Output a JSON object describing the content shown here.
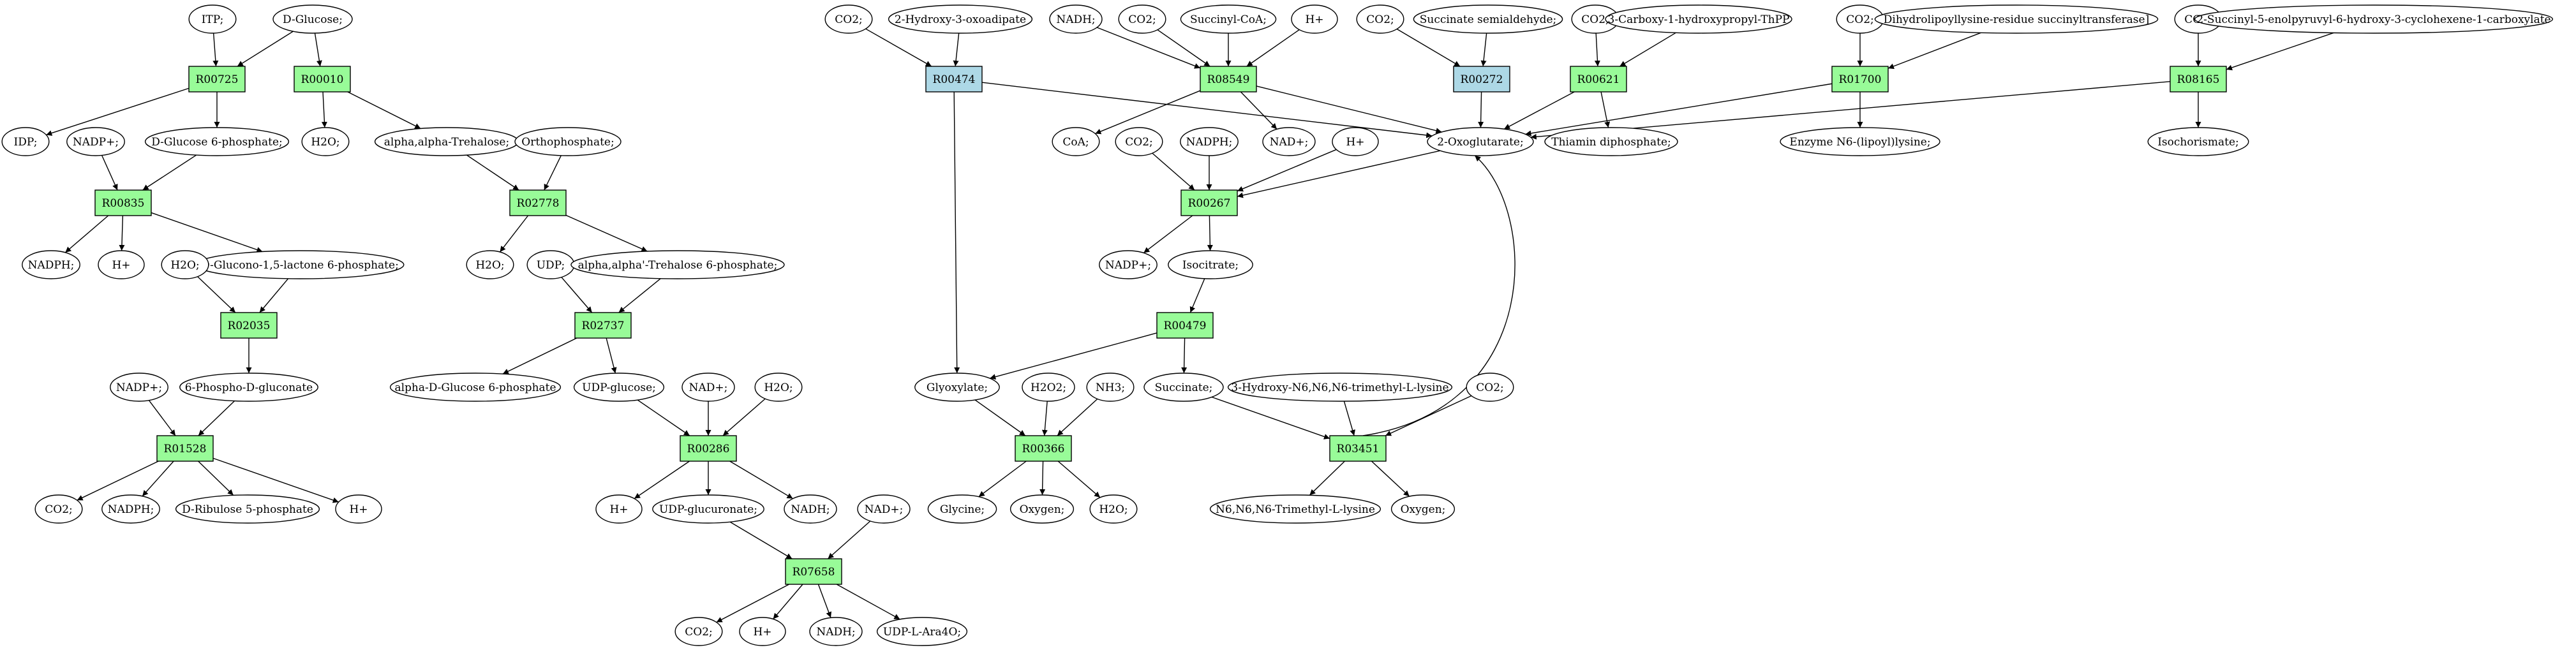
{
  "diagram": {
    "colors": {
      "reaction": "#98fb98",
      "reaction_alt": "#add8e6",
      "highlight_start": "#00ff00",
      "highlight_end": "#ffff00",
      "default": "#ffffff"
    },
    "nodes": [
      {
        "id": "r00725",
        "label": "R00725",
        "shape": "box",
        "color": "reaction"
      },
      {
        "id": "r00010",
        "label": "R00010",
        "shape": "box",
        "color": "reaction"
      },
      {
        "id": "r00835",
        "label": "R00835",
        "shape": "box",
        "color": "reaction"
      },
      {
        "id": "r02778",
        "label": "R02778",
        "shape": "box",
        "color": "reaction"
      },
      {
        "id": "r02035",
        "label": "R02035",
        "shape": "box",
        "color": "reaction"
      },
      {
        "id": "r02737",
        "label": "R02737",
        "shape": "box",
        "color": "reaction"
      },
      {
        "id": "r01528",
        "label": "R01528",
        "shape": "box",
        "color": "reaction"
      },
      {
        "id": "r00286",
        "label": "R00286",
        "shape": "box",
        "color": "reaction"
      },
      {
        "id": "r07658",
        "label": "R07658",
        "shape": "box",
        "color": "reaction"
      },
      {
        "id": "r00474",
        "label": "R00474",
        "shape": "box",
        "color": "reaction_alt"
      },
      {
        "id": "r08549",
        "label": "R08549",
        "shape": "box",
        "color": "reaction"
      },
      {
        "id": "r00272",
        "label": "R00272",
        "shape": "box",
        "color": "reaction_alt"
      },
      {
        "id": "r00621",
        "label": "R00621",
        "shape": "box",
        "color": "reaction"
      },
      {
        "id": "r01700",
        "label": "R01700",
        "shape": "box",
        "color": "reaction"
      },
      {
        "id": "r08165",
        "label": "R08165",
        "shape": "box",
        "color": "reaction"
      },
      {
        "id": "r00267",
        "label": "R00267",
        "shape": "box",
        "color": "reaction"
      },
      {
        "id": "r00479",
        "label": "R00479",
        "shape": "box",
        "color": "reaction"
      },
      {
        "id": "r00366",
        "label": "R00366",
        "shape": "box",
        "color": "reaction"
      },
      {
        "id": "r03451",
        "label": "R03451",
        "shape": "box",
        "color": "reaction"
      },
      {
        "id": "itp",
        "label": "ITP;",
        "shape": "ellipse",
        "color": "default"
      },
      {
        "id": "dglucose",
        "label": "D-Glucose;",
        "shape": "ellipse",
        "color": "highlight_start"
      },
      {
        "id": "idp",
        "label": "IDP;",
        "shape": "ellipse",
        "color": "default"
      },
      {
        "id": "nadpp1",
        "label": "NADP+;",
        "shape": "ellipse",
        "color": "default"
      },
      {
        "id": "g6p",
        "label": "D-Glucose 6-phosphate;",
        "shape": "ellipse",
        "color": "default"
      },
      {
        "id": "h2o1",
        "label": "H2O;",
        "shape": "ellipse",
        "color": "default"
      },
      {
        "id": "trehalose",
        "label": "alpha,alpha-Trehalose;",
        "shape": "ellipse",
        "color": "default"
      },
      {
        "id": "ortho",
        "label": "Orthophosphate;",
        "shape": "ellipse",
        "color": "default"
      },
      {
        "id": "nadph1",
        "label": "NADPH;",
        "shape": "ellipse",
        "color": "default"
      },
      {
        "id": "hplus1",
        "label": "H+",
        "shape": "ellipse",
        "color": "default"
      },
      {
        "id": "h2o2",
        "label": "H2O;",
        "shape": "ellipse",
        "color": "default"
      },
      {
        "id": "glucono",
        "label": "D-Glucono-1,5-lactone 6-phosphate;",
        "shape": "ellipse",
        "color": "default"
      },
      {
        "id": "h2o3",
        "label": "H2O;",
        "shape": "ellipse",
        "color": "default"
      },
      {
        "id": "udp1",
        "label": "UDP;",
        "shape": "ellipse",
        "color": "default"
      },
      {
        "id": "t6p",
        "label": "alpha,alpha'-Trehalose 6-phosphate;",
        "shape": "ellipse",
        "color": "default"
      },
      {
        "id": "nadpp2",
        "label": "NADP+;",
        "shape": "ellipse",
        "color": "default"
      },
      {
        "id": "pgluconate",
        "label": "6-Phospho-D-gluconate",
        "shape": "ellipse",
        "color": "default"
      },
      {
        "id": "ag6p",
        "label": "alpha-D-Glucose 6-phosphate",
        "shape": "ellipse",
        "color": "default"
      },
      {
        "id": "udpglucose",
        "label": "UDP-glucose;",
        "shape": "ellipse",
        "color": "default"
      },
      {
        "id": "nadp_1",
        "label": "NAD+;",
        "shape": "ellipse",
        "color": "default"
      },
      {
        "id": "h2o4",
        "label": "H2O;",
        "shape": "ellipse",
        "color": "default"
      },
      {
        "id": "co2_1",
        "label": "CO2;",
        "shape": "ellipse",
        "color": "default"
      },
      {
        "id": "nadph2",
        "label": "NADPH;",
        "shape": "ellipse",
        "color": "default"
      },
      {
        "id": "ribulose",
        "label": "D-Ribulose 5-phosphate",
        "shape": "ellipse",
        "color": "default"
      },
      {
        "id": "hplus2",
        "label": "H+",
        "shape": "ellipse",
        "color": "default"
      },
      {
        "id": "hplus3",
        "label": "H+",
        "shape": "ellipse",
        "color": "default"
      },
      {
        "id": "udpglucuronate",
        "label": "UDP-glucuronate;",
        "shape": "ellipse",
        "color": "default"
      },
      {
        "id": "nadh1",
        "label": "NADH;",
        "shape": "ellipse",
        "color": "default"
      },
      {
        "id": "nadp_2",
        "label": "NAD+;",
        "shape": "ellipse",
        "color": "default"
      },
      {
        "id": "co2_2",
        "label": "CO2;",
        "shape": "ellipse",
        "color": "default"
      },
      {
        "id": "hplus4",
        "label": "H+",
        "shape": "ellipse",
        "color": "default"
      },
      {
        "id": "nadh2",
        "label": "NADH;",
        "shape": "ellipse",
        "color": "default"
      },
      {
        "id": "udpara",
        "label": "UDP-L-Ara4O;",
        "shape": "ellipse",
        "color": "default"
      },
      {
        "id": "co2_3",
        "label": "CO2;",
        "shape": "ellipse",
        "color": "default"
      },
      {
        "id": "hoxo",
        "label": "2-Hydroxy-3-oxoadipate",
        "shape": "ellipse",
        "color": "default"
      },
      {
        "id": "nadh3",
        "label": "NADH;",
        "shape": "ellipse",
        "color": "default"
      },
      {
        "id": "co2_4",
        "label": "CO2;",
        "shape": "ellipse",
        "color": "default"
      },
      {
        "id": "succoa",
        "label": "Succinyl-CoA;",
        "shape": "ellipse",
        "color": "default"
      },
      {
        "id": "hplus5",
        "label": "H+",
        "shape": "ellipse",
        "color": "default"
      },
      {
        "id": "co2_5",
        "label": "CO2;",
        "shape": "ellipse",
        "color": "default"
      },
      {
        "id": "ssa",
        "label": "Succinate semialdehyde;",
        "shape": "ellipse",
        "color": "default"
      },
      {
        "id": "co2_6",
        "label": "CO2;",
        "shape": "ellipse",
        "color": "default"
      },
      {
        "id": "carboxy",
        "label": "3-Carboxy-1-hydroxypropyl-ThPP",
        "shape": "ellipse",
        "color": "default"
      },
      {
        "id": "co2_7",
        "label": "CO2;",
        "shape": "ellipse",
        "color": "default"
      },
      {
        "id": "dihydro",
        "label": "Dihydrolipoyllysine-residue succinyltransferase]",
        "shape": "ellipse",
        "color": "default"
      },
      {
        "id": "co2_8",
        "label": "CO2;",
        "shape": "ellipse",
        "color": "default"
      },
      {
        "id": "succenol",
        "label": "2-Succinyl-5-enolpyruvyl-6-hydroxy-3-cyclohexene-1-carboxylate",
        "shape": "ellipse",
        "color": "default"
      },
      {
        "id": "coa",
        "label": "CoA;",
        "shape": "ellipse",
        "color": "default"
      },
      {
        "id": "co2_9",
        "label": "CO2;",
        "shape": "ellipse",
        "color": "default"
      },
      {
        "id": "nadph3",
        "label": "NADPH;",
        "shape": "ellipse",
        "color": "default"
      },
      {
        "id": "nadp_3",
        "label": "NAD+;",
        "shape": "ellipse",
        "color": "default"
      },
      {
        "id": "hplus6",
        "label": "H+",
        "shape": "ellipse",
        "color": "default"
      },
      {
        "id": "oxoglut",
        "label": "2-Oxoglutarate;",
        "shape": "ellipse",
        "color": "default"
      },
      {
        "id": "thiamin",
        "label": "Thiamin diphosphate;",
        "shape": "ellipse",
        "color": "default"
      },
      {
        "id": "enzyme",
        "label": "Enzyme N6-(lipoyl)lysine;",
        "shape": "ellipse",
        "color": "default"
      },
      {
        "id": "isochor",
        "label": "Isochorismate;",
        "shape": "ellipse",
        "color": "default"
      },
      {
        "id": "nadpp3",
        "label": "NADP+;",
        "shape": "ellipse",
        "color": "default"
      },
      {
        "id": "isocitrate",
        "label": "Isocitrate;",
        "shape": "ellipse",
        "color": "default"
      },
      {
        "id": "glyoxylate",
        "label": "Glyoxylate;",
        "shape": "ellipse",
        "color": "default"
      },
      {
        "id": "h2o2b",
        "label": "H2O2;",
        "shape": "ellipse",
        "color": "default"
      },
      {
        "id": "nh3",
        "label": "NH3;",
        "shape": "ellipse",
        "color": "default"
      },
      {
        "id": "succinate",
        "label": "Succinate;",
        "shape": "ellipse",
        "color": "default"
      },
      {
        "id": "hydroxytml",
        "label": "3-Hydroxy-N6,N6,N6-trimethyl-L-lysine",
        "shape": "ellipse",
        "color": "default"
      },
      {
        "id": "co2_10",
        "label": "CO2;",
        "shape": "ellipse",
        "color": "default"
      },
      {
        "id": "glycine",
        "label": "Glycine;",
        "shape": "ellipse",
        "color": "highlight_end"
      },
      {
        "id": "oxygen1",
        "label": "Oxygen;",
        "shape": "ellipse",
        "color": "default"
      },
      {
        "id": "h2o5",
        "label": "H2O;",
        "shape": "ellipse",
        "color": "default"
      },
      {
        "id": "tml",
        "label": "N6,N6,N6-Trimethyl-L-lysine",
        "shape": "ellipse",
        "color": "default"
      },
      {
        "id": "oxygen2",
        "label": "Oxygen;",
        "shape": "ellipse",
        "color": "default"
      }
    ],
    "edges": [
      [
        "itp",
        "r00725"
      ],
      [
        "dglucose",
        "r00725"
      ],
      [
        "dglucose",
        "r00010"
      ],
      [
        "r00725",
        "idp"
      ],
      [
        "r00725",
        "g6p"
      ],
      [
        "r00010",
        "h2o1"
      ],
      [
        "r00010",
        "trehalose"
      ],
      [
        "nadpp1",
        "r00835"
      ],
      [
        "g6p",
        "r00835"
      ],
      [
        "r00835",
        "nadph1"
      ],
      [
        "r00835",
        "hplus1"
      ],
      [
        "r00835",
        "glucono"
      ],
      [
        "trehalose",
        "r02778"
      ],
      [
        "ortho",
        "r02778"
      ],
      [
        "r02778",
        "h2o2"
      ],
      [
        "r02778",
        "t6p"
      ],
      [
        "h2o3",
        "r02035"
      ],
      [
        "glucono",
        "r02035"
      ],
      [
        "r02035",
        "pgluconate"
      ],
      [
        "udp1",
        "r02737"
      ],
      [
        "t6p",
        "r02737"
      ],
      [
        "r02737",
        "ag6p"
      ],
      [
        "r02737",
        "udpglucose"
      ],
      [
        "nadpp2",
        "r01528"
      ],
      [
        "pgluconate",
        "r01528"
      ],
      [
        "r01528",
        "co2_1"
      ],
      [
        "r01528",
        "nadph2"
      ],
      [
        "r01528",
        "ribulose"
      ],
      [
        "r01528",
        "hplus2"
      ],
      [
        "udpglucose",
        "r00286"
      ],
      [
        "nadp_1",
        "r00286"
      ],
      [
        "h2o4",
        "r00286"
      ],
      [
        "r00286",
        "hplus3"
      ],
      [
        "r00286",
        "udpglucuronate"
      ],
      [
        "r00286",
        "nadh1"
      ],
      [
        "udpglucuronate",
        "r07658"
      ],
      [
        "nadp_2",
        "r07658"
      ],
      [
        "r07658",
        "co2_2"
      ],
      [
        "r07658",
        "hplus4"
      ],
      [
        "r07658",
        "nadh2"
      ],
      [
        "r07658",
        "udpara"
      ],
      [
        "co2_3",
        "r00474"
      ],
      [
        "hoxo",
        "r00474"
      ],
      [
        "r00474",
        "oxoglut"
      ],
      [
        "r00474",
        "glyoxylate"
      ],
      [
        "nadh3",
        "r08549"
      ],
      [
        "co2_4",
        "r08549"
      ],
      [
        "succoa",
        "r08549"
      ],
      [
        "hplus5",
        "r08549"
      ],
      [
        "r08549",
        "coa"
      ],
      [
        "r08549",
        "nadp_3"
      ],
      [
        "r08549",
        "oxoglut"
      ],
      [
        "co2_5",
        "r00272"
      ],
      [
        "ssa",
        "r00272"
      ],
      [
        "r00272",
        "oxoglut"
      ],
      [
        "co2_6",
        "r00621"
      ],
      [
        "carboxy",
        "r00621"
      ],
      [
        "r00621",
        "oxoglut"
      ],
      [
        "r00621",
        "thiamin"
      ],
      [
        "co2_7",
        "r01700"
      ],
      [
        "dihydro",
        "r01700"
      ],
      [
        "r01700",
        "oxoglut"
      ],
      [
        "r01700",
        "enzyme"
      ],
      [
        "co2_8",
        "r08165"
      ],
      [
        "succenol",
        "r08165"
      ],
      [
        "r08165",
        "oxoglut"
      ],
      [
        "r08165",
        "isochor"
      ],
      [
        "co2_9",
        "r00267"
      ],
      [
        "nadph3",
        "r00267"
      ],
      [
        "hplus6",
        "r00267"
      ],
      [
        "oxoglut",
        "r00267"
      ],
      [
        "r00267",
        "nadpp3"
      ],
      [
        "r00267",
        "isocitrate"
      ],
      [
        "isocitrate",
        "r00479"
      ],
      [
        "r00479",
        "glyoxylate"
      ],
      [
        "r00479",
        "succinate"
      ],
      [
        "glyoxylate",
        "r00366"
      ],
      [
        "h2o2b",
        "r00366"
      ],
      [
        "nh3",
        "r00366"
      ],
      [
        "r00366",
        "glycine"
      ],
      [
        "r00366",
        "oxygen1"
      ],
      [
        "r00366",
        "h2o5"
      ],
      [
        "succinate",
        "r03451"
      ],
      [
        "hydroxytml",
        "r03451"
      ],
      [
        "co2_10",
        "r03451"
      ],
      [
        "r03451",
        "tml"
      ],
      [
        "r03451",
        "oxygen2"
      ],
      [
        "r03451",
        "oxoglut"
      ]
    ]
  }
}
